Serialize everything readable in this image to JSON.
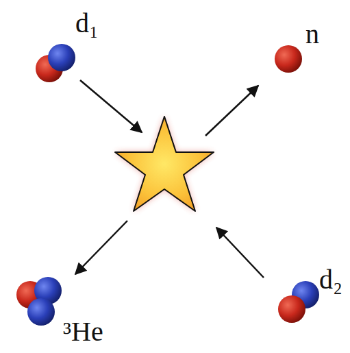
{
  "diagram": {
    "labels": [
      "d₁",
      "n",
      "³He",
      "d₂"
    ]
  }
}
